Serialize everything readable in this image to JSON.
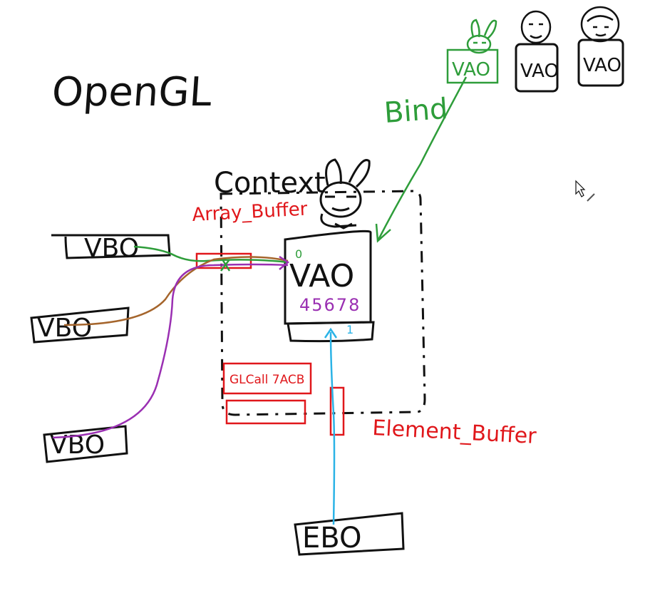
{
  "title": "OpenGL",
  "context_label": "Context",
  "bind_label": "Bind",
  "array_buffer_label": "Array_Buffer",
  "element_buffer_label": "Element_Buffer",
  "vao_label": "VAO",
  "vao_slots_text": "45678",
  "vao_slot_0": "0",
  "vao_slot_1": "1",
  "vbo_labels": [
    "VBO",
    "VBO",
    "VBO"
  ],
  "ebo_label": "EBO",
  "gl_call_label": "GLCall 7ACB",
  "bound_vao_label": "VAO",
  "other_vao_labels": [
    "VAO",
    "VAO"
  ],
  "colors": {
    "ink": "#111111",
    "red": "#e0171b",
    "green": "#2e9d3a",
    "brown": "#a5652c",
    "purple": "#9a2fb2",
    "cyan": "#2bb3e6"
  }
}
